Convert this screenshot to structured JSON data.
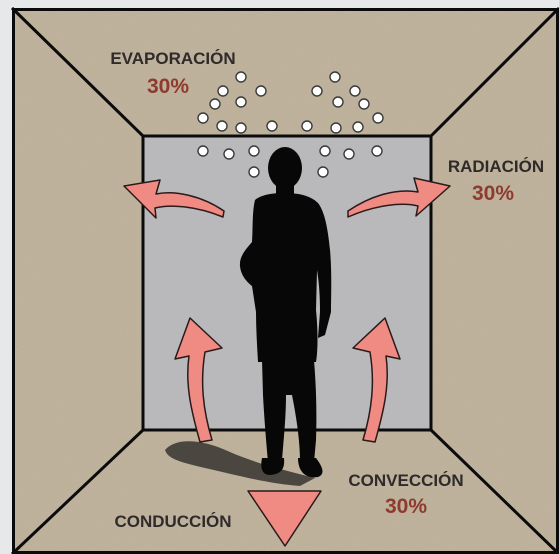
{
  "labels": {
    "evaporation": {
      "name": "EVAPORACIÓN",
      "percent": "30%"
    },
    "radiation": {
      "name": "RADIACIÓN",
      "percent": "30%"
    },
    "convection": {
      "name": "CONVECCIÓN",
      "percent": "30%"
    },
    "conduction": {
      "name": "CONDUCCIÓN"
    }
  },
  "colors": {
    "wall": "#c2b59f",
    "back_wall": "#b9b9bb",
    "frame": "#0b0b0b",
    "arrow_fill": "#f08b84",
    "arrow_stroke": "#2a1a1a",
    "label_dark": "#2e2b2a",
    "label_red": "#8e3a2f",
    "silhouette": "#070707"
  }
}
